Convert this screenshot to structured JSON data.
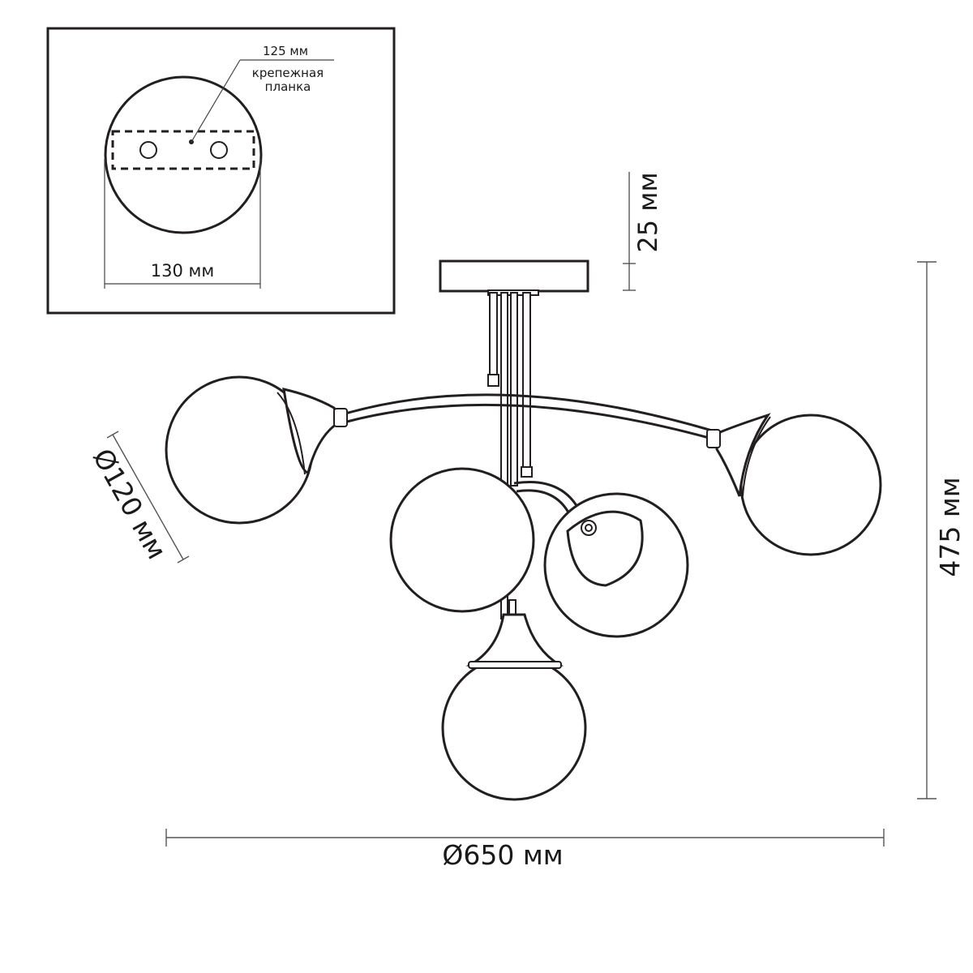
{
  "inset": {
    "mount_width_label": "125 мм",
    "mount_plate_label_line1": "крепежная",
    "mount_plate_label_line2": "планка",
    "canopy_diameter_label": "130 мм"
  },
  "dimensions": {
    "canopy_height_label": "25 мм",
    "total_height_label": "475 мм",
    "shade_diameter_label": "Ø120 мм",
    "total_diameter_label": "Ø650 мм"
  }
}
